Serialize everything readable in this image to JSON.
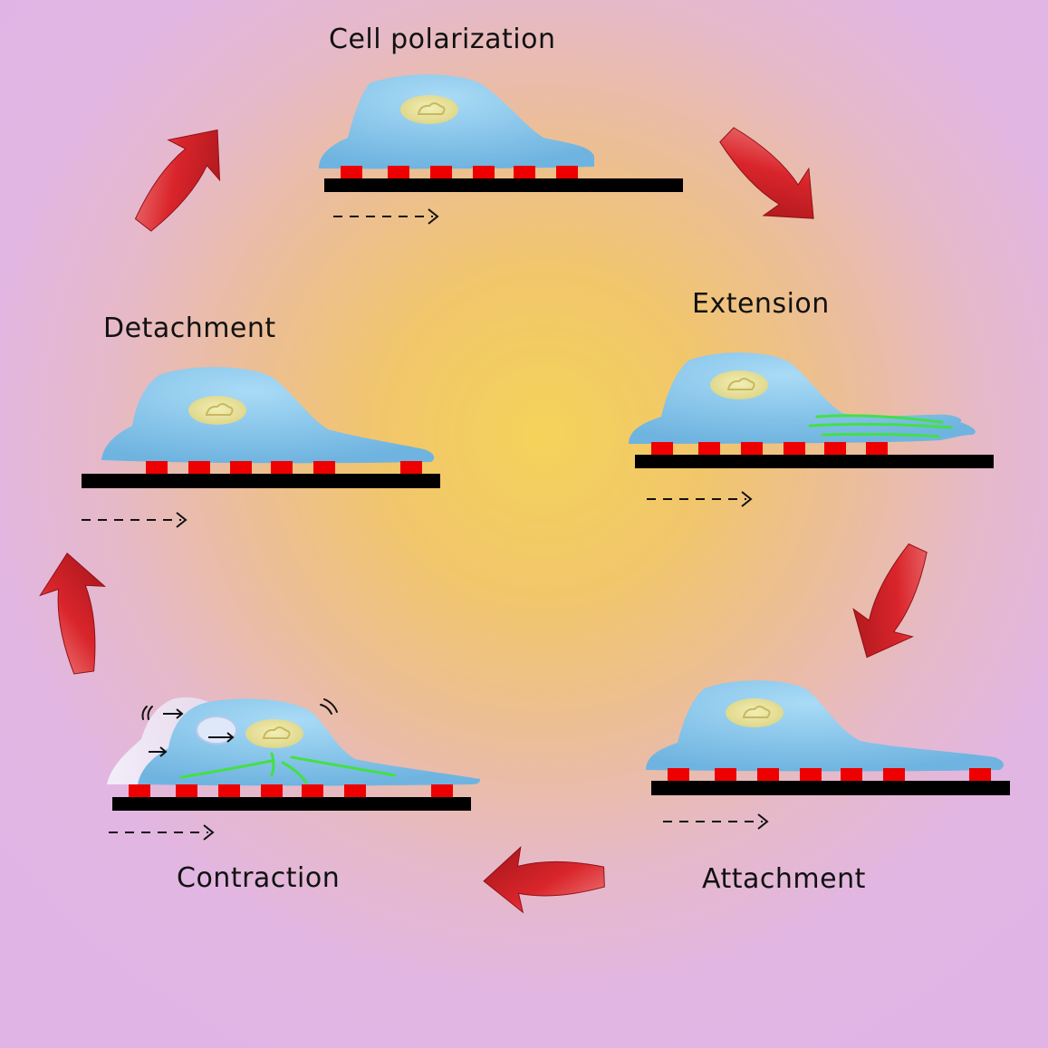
{
  "diagram": {
    "stages": [
      {
        "id": "polarization",
        "label": "Cell polarization"
      },
      {
        "id": "extension",
        "label": "Extension"
      },
      {
        "id": "attachment",
        "label": "Attachment"
      },
      {
        "id": "contraction",
        "label": "Contraction"
      },
      {
        "id": "detachment",
        "label": "Detachment"
      }
    ],
    "colors": {
      "cell": "#7fbfe6",
      "nucleus": "#e8e49a",
      "adhesion": "#ee0000",
      "substrate": "#000000",
      "cycle_arrow": "#d42a30",
      "actin": "#44e044"
    },
    "icons": [
      "cycle-arrow-icon",
      "direction-arrow-icon"
    ]
  }
}
